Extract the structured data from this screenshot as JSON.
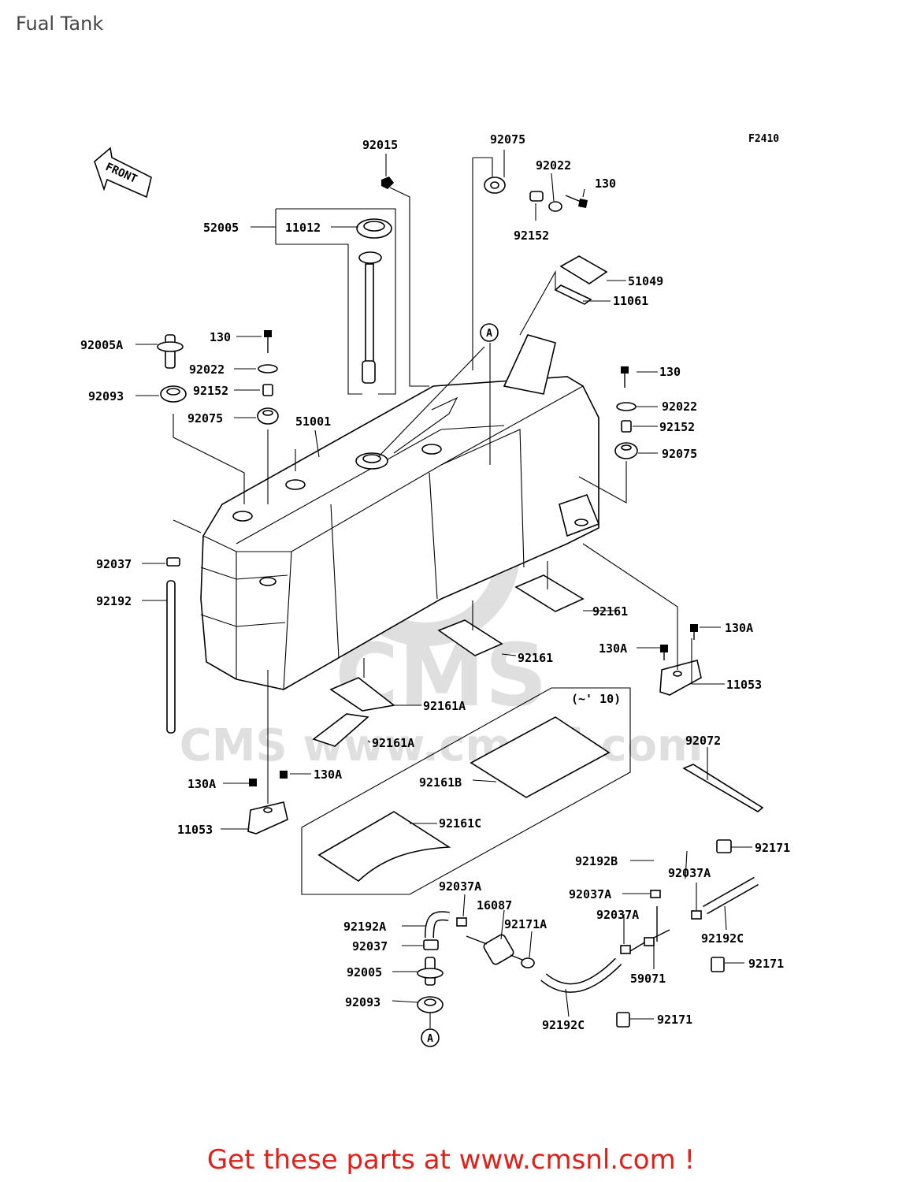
{
  "title": "Fual Tank",
  "figure_code": "F2410",
  "front_label": "FRONT",
  "footer": "Get these parts at www.cmsnl.com !",
  "watermark": "CMS www.cmsnl.com",
  "callouts": {
    "p92015": "92015",
    "p92075_top": "92075",
    "p92022_top": "92022",
    "p130_top": "130",
    "p52005": "52005",
    "p11012": "11012",
    "p92152_top": "92152",
    "p51049": "51049",
    "p11061": "11061",
    "marker_a_top": "A",
    "p92005A": "92005A",
    "p130_left": "130",
    "p92022_left": "92022",
    "p92152_left": "92152",
    "p92093_left": "92093",
    "p92075_left": "92075",
    "p51001": "51001",
    "p130_right": "130",
    "p92022_right": "92022",
    "p92152_right": "92152",
    "p92075_right": "92075",
    "p92037_left": "92037",
    "p92192_left": "92192",
    "p92161_r1": "92161",
    "p92161_r2": "92161",
    "p130A_r1": "130A",
    "p130A_r2": "130A",
    "p11053_right": "11053",
    "p92161A_1": "92161A",
    "p92161A_2": "92161A",
    "note_year": "(~' 10)",
    "p92161B": "92161B",
    "p92072": "92072",
    "p130A_l1": "130A",
    "p130A_l2": "130A",
    "p11053_left": "11053",
    "p92161C": "92161C",
    "p92192B": "92192B",
    "p92171_a": "92171",
    "p92037A_a": "92037A",
    "p92037A_b": "92037A",
    "p16087": "16087",
    "p92037A_c": "92037A",
    "p92192A": "92192A",
    "p92171A": "92171A",
    "p92037A_d": "92037A",
    "p92192C_a": "92192C",
    "p92037": "92037",
    "p92005": "92005",
    "p92171_b": "92171",
    "p59071": "59071",
    "p92093": "92093",
    "p92192C_b": "92192C",
    "p92171_c": "92171",
    "marker_a_bottom": "A"
  }
}
